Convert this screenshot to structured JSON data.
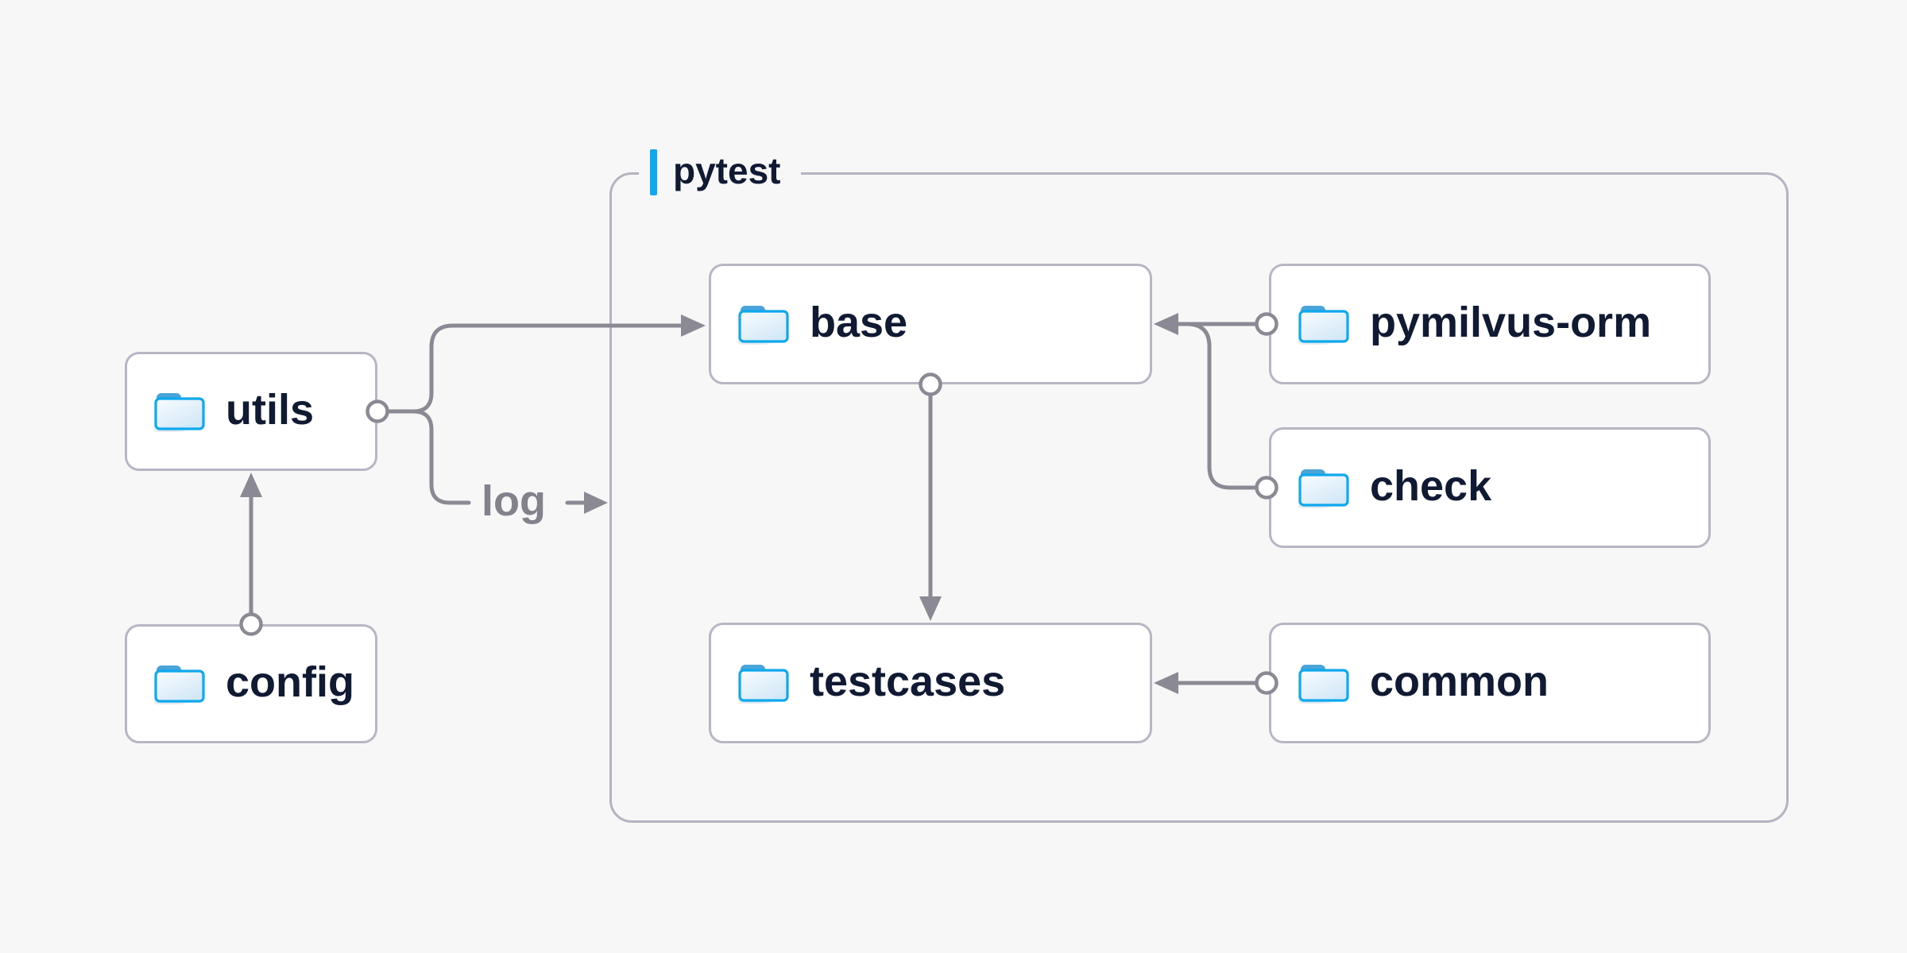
{
  "diagram": {
    "background": "#f7f7f8",
    "pytest_group": {
      "label": "pytest"
    },
    "nodes": {
      "utils": {
        "label": "utils"
      },
      "config": {
        "label": "config"
      },
      "base": {
        "label": "base"
      },
      "pymilvus_orm": {
        "label": "pymilvus-orm"
      },
      "check": {
        "label": "check"
      },
      "testcases": {
        "label": "testcases"
      },
      "common": {
        "label": "common"
      }
    },
    "edges": [
      {
        "from": "config",
        "to": "utils"
      },
      {
        "from": "utils",
        "to": "base"
      },
      {
        "from": "utils",
        "to": "pytest-group",
        "label": "log"
      },
      {
        "from": "base",
        "to": "testcases"
      },
      {
        "from": "pymilvus-orm",
        "to": "base"
      },
      {
        "from": "check",
        "to": "base"
      },
      {
        "from": "common",
        "to": "testcases"
      }
    ],
    "log_label": "log",
    "colors": {
      "accent_blue": "#0fa8ec",
      "folder_tab_blue": "#4aa4da",
      "folder_fill_light": "#f9fcff",
      "folder_fill_dark": "#d2e8f7",
      "node_text": "#101b33",
      "edge_gray": "#8b8a94",
      "node_border": "#b8b6c3",
      "node_bg": "#ffffff",
      "log_text": "#82818c"
    }
  }
}
